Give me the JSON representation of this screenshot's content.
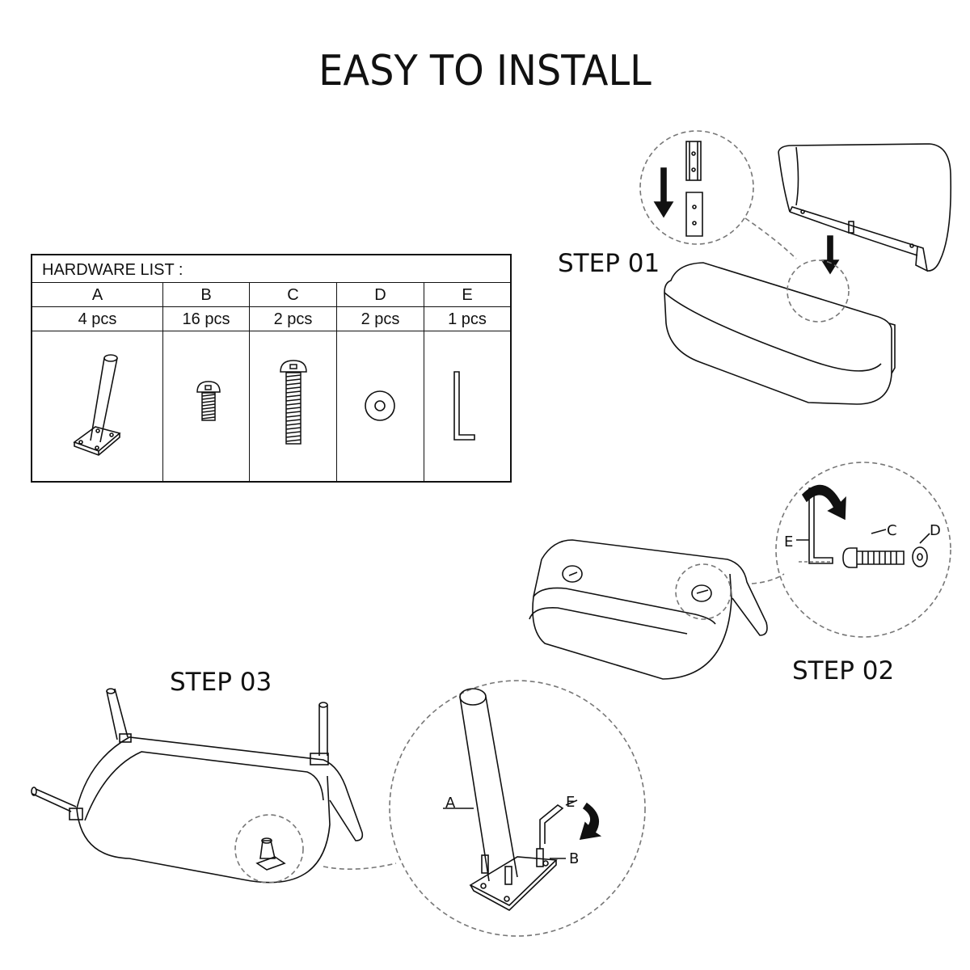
{
  "title": "EASY TO INSTALL",
  "steps": {
    "step1": "STEP 01",
    "step2": "STEP 02",
    "step3": "STEP 03"
  },
  "hardware": {
    "heading": "HARDWARE LIST :",
    "items": [
      {
        "letter": "A",
        "count": "4 pcs",
        "icon": "tapered-leg-icon"
      },
      {
        "letter": "B",
        "count": "16 pcs",
        "icon": "short-bolt-icon"
      },
      {
        "letter": "C",
        "count": "2 pcs",
        "icon": "long-bolt-icon"
      },
      {
        "letter": "D",
        "count": "2 pcs",
        "icon": "washer-icon"
      },
      {
        "letter": "E",
        "count": "1 pcs",
        "icon": "allen-key-icon"
      }
    ]
  },
  "callouts": {
    "step2": {
      "e": "E",
      "c": "C",
      "d": "D"
    },
    "step3": {
      "a": "A",
      "e": "E",
      "b": "B"
    }
  }
}
